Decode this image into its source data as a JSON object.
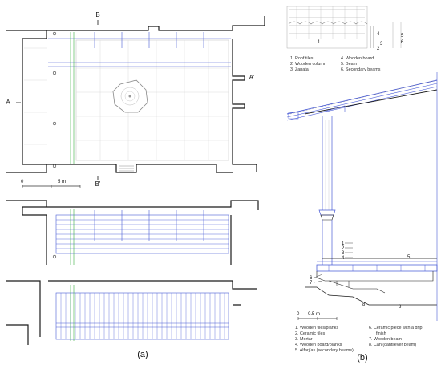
{
  "panel_a": {
    "caption": "(a)",
    "section_labels": {
      "top": "B",
      "bottom": "B'",
      "left": "A",
      "right": "A'"
    },
    "scale": {
      "start": "0",
      "end": "5 m"
    }
  },
  "panel_b": {
    "caption": "(b)",
    "top_legend": [
      "1.  Roof tiles",
      "2.  Wooden column",
      "3.  Zapata",
      "4.  Wooden board",
      "5.  Beam",
      "6.  Secondary beams"
    ],
    "top_callouts": [
      "1",
      "2",
      "3",
      "4",
      "5",
      "6"
    ],
    "section_callouts": [
      "1",
      "2",
      "3",
      "4",
      "5",
      "6",
      "7",
      "8",
      "8"
    ],
    "scale": {
      "start": "0",
      "end": "0.5 m"
    },
    "bottom_legend": [
      "1.  Wooden tiles/planks",
      "2.  Ceramic tiles",
      "3.  Mortar",
      "4.  Wooden board/planks",
      "5.  Alfarjías (secondary beams)",
      "6.  Ceramic piece with a drip",
      "finish",
      "7.  Wooden beam",
      "8.  Can (cantilever beam)"
    ]
  },
  "colors": {
    "wall": "#1a1a1a",
    "wood": "#4a5cd6",
    "light_line": "#b8b8b8",
    "green": "#3cb043"
  }
}
